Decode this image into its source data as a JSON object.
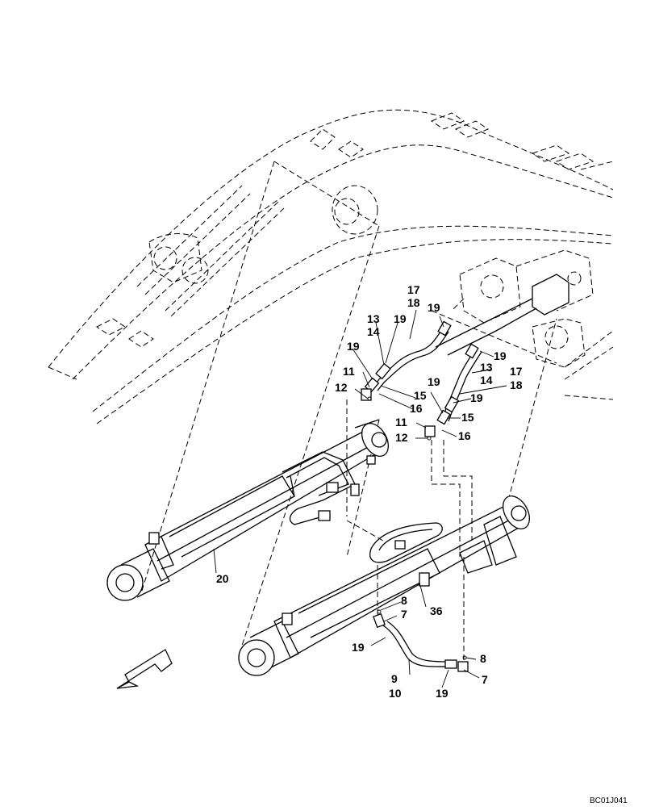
{
  "drawing_code": "BC01J041",
  "callouts": {
    "c17a": "17",
    "c18a": "18",
    "c19a": "19",
    "c13a": "13",
    "c14a": "14",
    "c19b": "19",
    "c19c": "19",
    "c11a": "11",
    "c12a": "12",
    "c15a": "15",
    "c16a": "16",
    "c19d": "19",
    "c13b": "13",
    "c17b": "17",
    "c19e": "19",
    "c14b": "14",
    "c18b": "18",
    "c19f": "19",
    "c11b": "11",
    "c15b": "15",
    "c12b": "12",
    "c16b": "16",
    "c20": "20",
    "c36": "36",
    "c8a": "8",
    "c7a": "7",
    "c19g": "19",
    "c8b": "8",
    "c7b": "7",
    "c9": "9",
    "c10": "10",
    "c19h": "19"
  },
  "icons": {
    "direction_arrow": "front-direction-arrow-icon"
  }
}
